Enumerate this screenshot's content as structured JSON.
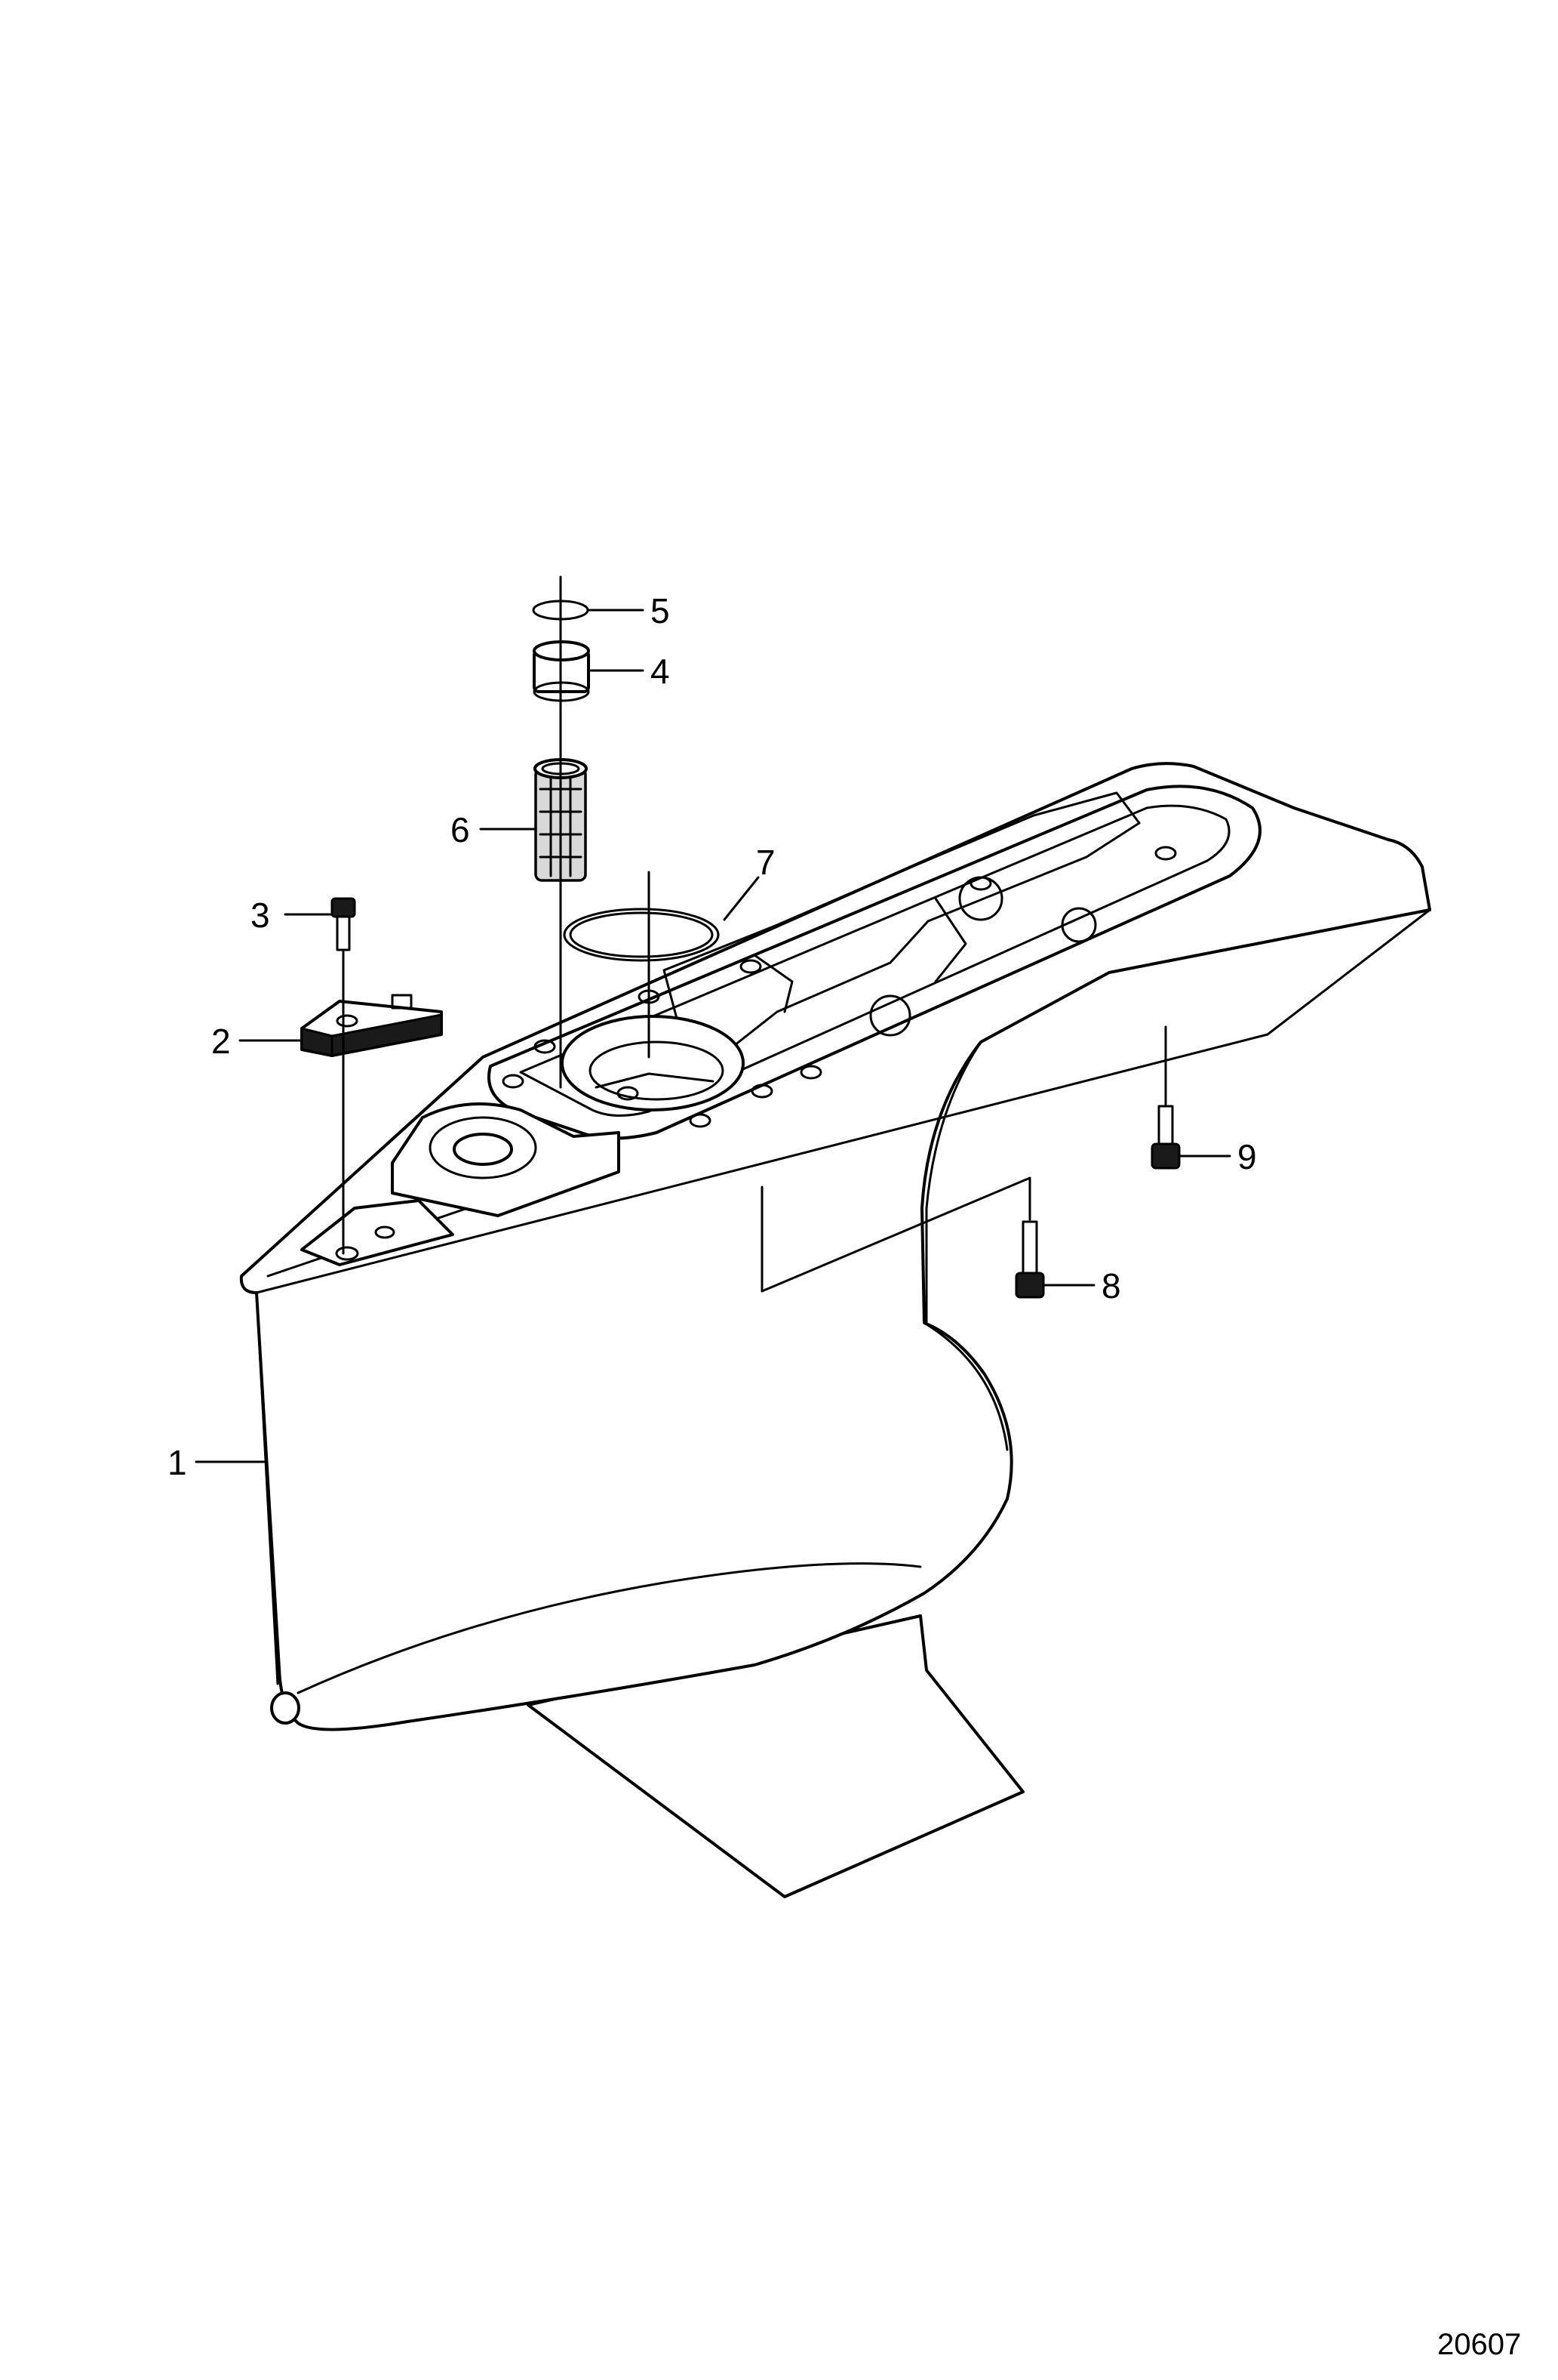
{
  "diagram": {
    "reference_number": "20607",
    "callouts": [
      {
        "id": "1",
        "label": "1"
      },
      {
        "id": "2",
        "label": "2"
      },
      {
        "id": "3",
        "label": "3"
      },
      {
        "id": "4",
        "label": "4"
      },
      {
        "id": "5",
        "label": "5"
      },
      {
        "id": "6",
        "label": "6"
      },
      {
        "id": "7",
        "label": "7"
      },
      {
        "id": "8",
        "label": "8"
      },
      {
        "id": "9",
        "label": "9"
      }
    ]
  }
}
